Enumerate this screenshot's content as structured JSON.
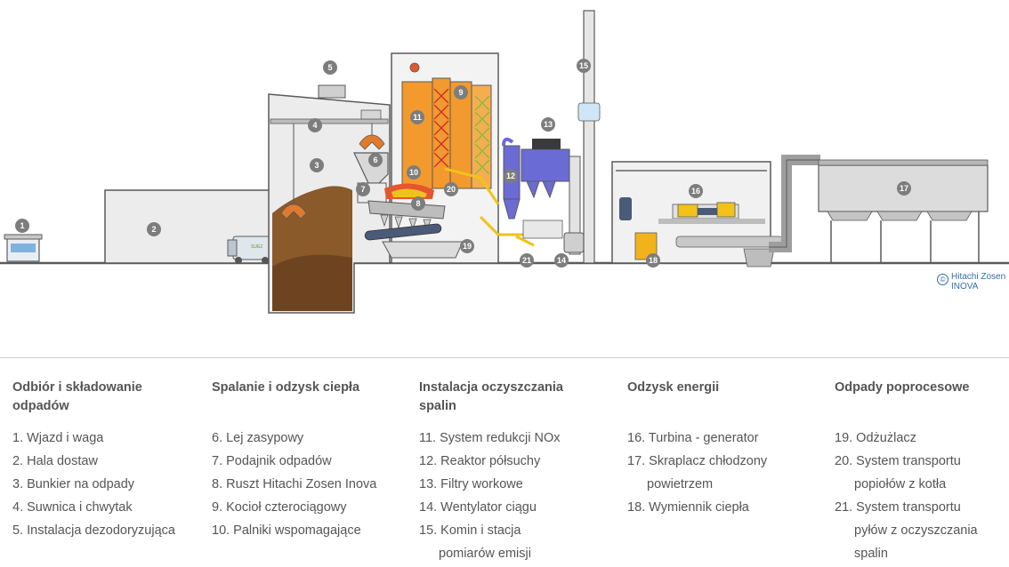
{
  "copyright": {
    "symbol": "©",
    "line1": "Hitachi Zosen",
    "line2": "INOVA"
  },
  "badges": [
    "1",
    "2",
    "3",
    "4",
    "5",
    "6",
    "7",
    "8",
    "9",
    "10",
    "11",
    "12",
    "13",
    "14",
    "15",
    "16",
    "17",
    "18",
    "19",
    "20",
    "21"
  ],
  "truck_text": "SUEZ",
  "colors": {
    "building_fill": "#ececec",
    "outline": "#5a5a5a",
    "boiler_orange": "#f29a2e",
    "yellow": "#f2c21a",
    "purple": "#6b6bd6",
    "waste_brown": "#8a5a2b",
    "badge": "#7d7d7d",
    "grate_red": "#e4572e",
    "green_coils": "#7fbf3f"
  },
  "legend": [
    {
      "title": "Odbiór i składowanie odpadów",
      "items": [
        "1. Wjazd i waga",
        "2. Hala dostaw",
        "3. Bunkier na odpady",
        "4. Suwnica i chwytak",
        "5. Instalacja dezodoryzująca"
      ]
    },
    {
      "title": "Spalanie i odzysk ciepła",
      "items": [
        "6. Lej zasypowy",
        "7. Podajnik odpadów",
        "8. Ruszt Hitachi Zosen Inova",
        "9. Kocioł czterociągowy",
        "10. Palniki wspomagające"
      ]
    },
    {
      "title": "Instalacja oczyszczania spalin",
      "items": [
        "11. System redukcji NOx",
        "12. Reaktor półsuchy",
        "13. Filtry workowe",
        "14. Wentylator ciągu",
        "15. Komin i stacja",
        "pomiarów emisji"
      ]
    },
    {
      "title": "Odzysk energii",
      "items": [
        "16. Turbina - generator",
        "17. Skraplacz chłodzony",
        "powietrzem",
        "18. Wymiennik ciepła"
      ]
    },
    {
      "title": "Odpady poprocesowe",
      "items": [
        "19. Odżużlacz",
        "20. System transportu",
        "popiołów z kotła",
        "21. System transportu",
        "pyłów  z oczyszczania",
        "spalin"
      ]
    }
  ]
}
